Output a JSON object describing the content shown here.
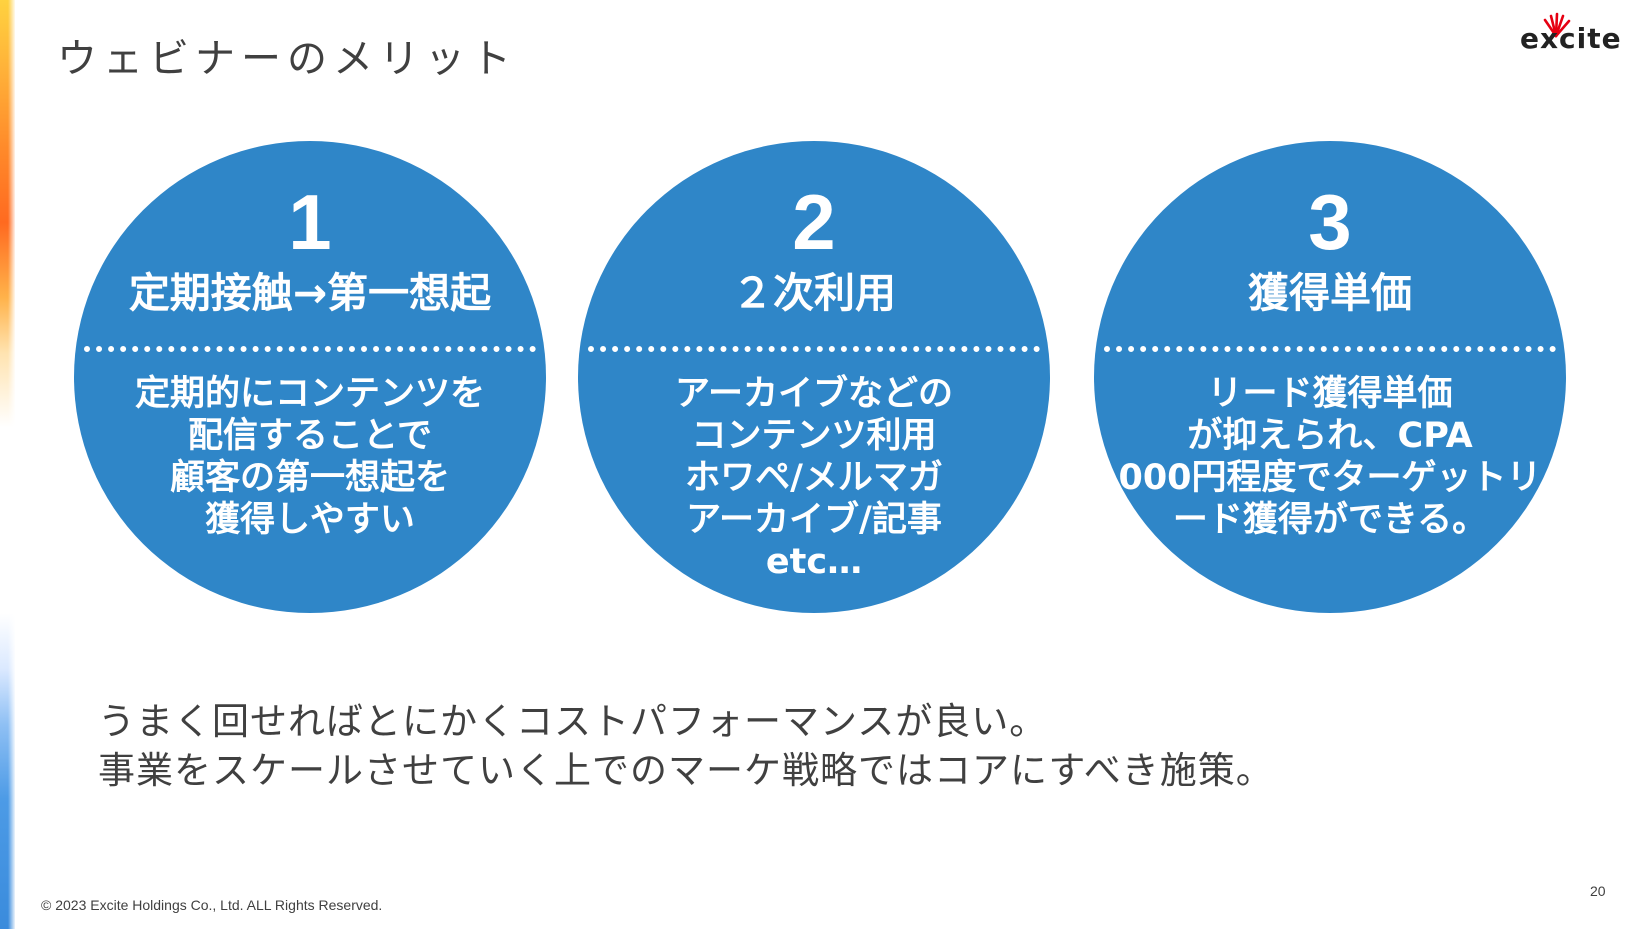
{
  "slide": {
    "title": "ウェビナーのメリット",
    "logo_text": "excite",
    "page_number": "20",
    "copyright": "© 2023 Excite Holdings Co., Ltd. ALL Rights Reserved."
  },
  "colors": {
    "circle_fill": "#2f86c8",
    "title_text": "#404040"
  },
  "merits": [
    {
      "number": "1",
      "heading": "定期接触→第一想起",
      "lines": [
        "定期的にコンテンツを",
        "配信することで",
        "顧客の第一想起を",
        "獲得しやすい"
      ]
    },
    {
      "number": "2",
      "heading": "２次利用",
      "lines": [
        "アーカイブなどの",
        "コンテンツ利用",
        "ホワペ/メルマガ",
        "アーカイブ/記事",
        "etc…"
      ]
    },
    {
      "number": "3",
      "heading": "獲得単価",
      "lines": [
        "リード獲得単価",
        "が抑えられ、CPA",
        "000円程度でターゲットリ",
        "ード獲得ができる。"
      ]
    }
  ],
  "summary": {
    "line1": "うまく回せればとにかくコストパフォーマンスが良い。",
    "line2": "事業をスケールさせていく上でのマーケ戦略ではコアにすべき施策。"
  }
}
